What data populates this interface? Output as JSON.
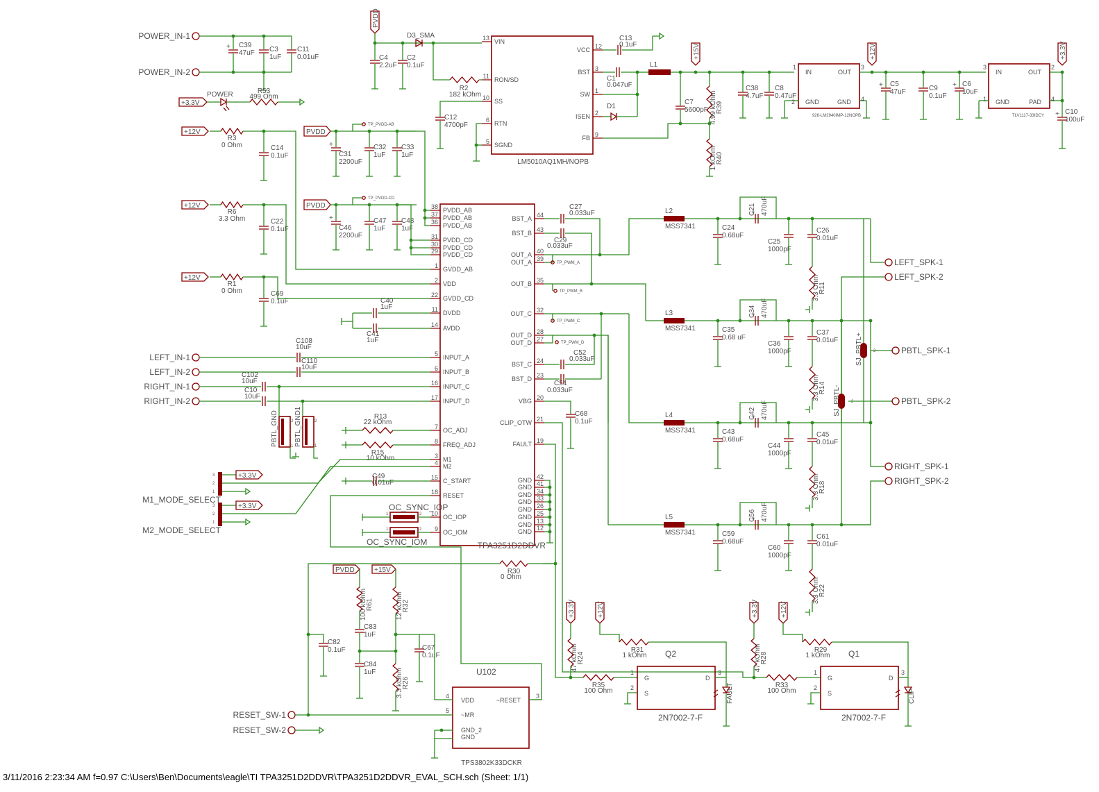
{
  "ports": {
    "power_in_1": "POWER_IN-1",
    "power_in_2": "POWER_IN-2",
    "left_in_1": "LEFT_IN-1",
    "left_in_2": "LEFT_IN-2",
    "right_in_1": "RIGHT_IN-1",
    "right_in_2": "RIGHT_IN-2",
    "reset_sw_1": "RESET_SW-1",
    "reset_sw_2": "RESET_SW-2",
    "left_spk_1": "LEFT_SPK-1",
    "left_spk_2": "LEFT_SPK-2",
    "pbtl_spk_1": "PBTL_SPK-1",
    "pbtl_spk_2": "PBTL_SPK-2",
    "right_spk_1": "RIGHT_SPK-1",
    "right_spk_2": "RIGHT_SPK-2",
    "m1_mode_select": "M1_MODE_SELECT",
    "m2_mode_select": "M2_MODE_SELECT"
  },
  "rails": {
    "v33": "+3.3V",
    "v12": "+12V",
    "v15": "+15V",
    "pvdd": "PVDD"
  },
  "components": {
    "c39": {
      "name": "C39",
      "value": "47uF"
    },
    "c3": {
      "name": "C3",
      "value": "1uF"
    },
    "c11": {
      "name": "C11",
      "value": "0.01uF"
    },
    "power_led": {
      "name": "POWER"
    },
    "r53": {
      "name": "R53",
      "value": "499 Ohm"
    },
    "r3": {
      "name": "R3",
      "value": "0 Ohm"
    },
    "c14": {
      "name": "C14",
      "value": "0.1uF"
    },
    "r6": {
      "name": "R6",
      "value": "3.3 Ohm"
    },
    "c22": {
      "name": "C22",
      "value": "0.1uF"
    },
    "r1": {
      "name": "R1",
      "value": "0 Ohm"
    },
    "c69": {
      "name": "C69",
      "value": "0.1uF"
    },
    "c31": {
      "name": "C31",
      "value": "2200uF"
    },
    "c32": {
      "name": "C32",
      "value": "1uF"
    },
    "c33": {
      "name": "C33",
      "value": "1uF"
    },
    "c46": {
      "name": "C46",
      "value": "2200uF"
    },
    "c47": {
      "name": "C47",
      "value": "1uF"
    },
    "c48": {
      "name": "C48",
      "value": "1uF"
    },
    "tp_pvdd_ab": "TP_PVDD-AB",
    "tp_pvdd_cd": "TP_PVDD-CD",
    "c40": {
      "name": "C40",
      "value": "1uF"
    },
    "c41": {
      "name": "C41",
      "value": "1uF"
    },
    "c108": {
      "name": "C108",
      "value": "10uF"
    },
    "c110": {
      "name": "C110",
      "value": "10uF"
    },
    "c102": {
      "name": "C102",
      "value": "10uF"
    },
    "c101": {
      "name": "C10",
      "value": "10uF"
    },
    "pbtl_gnd": "PBTL_GND",
    "pbtl_gnd1": "PBTL_GND1",
    "r13": {
      "name": "R13",
      "value": "22 kOhm"
    },
    "r15": {
      "name": "R15",
      "value": "10 kOhm"
    },
    "c49": {
      "name": "C49",
      "value": "0.01uF"
    },
    "oc_sync_iop": "OC_SYNC_IOP",
    "oc_sync_iom": "OC_SYNC_IOM",
    "c4": {
      "name": "C4",
      "value": "2.2uF"
    },
    "c2": {
      "name": "C2",
      "value": "0.1uF"
    },
    "d3": {
      "name": "D3_SMA"
    },
    "r2": {
      "name": "R2",
      "value": "182 kOhm"
    },
    "c12": {
      "name": "C12",
      "value": "4700pF"
    },
    "c13": {
      "name": "C13",
      "value": "0.1uF"
    },
    "c1": {
      "name": "C1",
      "value": "0.047uF"
    },
    "l1": {
      "name": "L1"
    },
    "d1": {
      "name": "D1"
    },
    "c7": {
      "name": "C7",
      "value": "5600pF"
    },
    "r39": {
      "name": "R39",
      "value": "4.99 kOhm"
    },
    "r40": {
      "name": "R40",
      "value": "1 kOhm"
    },
    "c38": {
      "name": "C38",
      "value": "4.7uF"
    },
    "c8": {
      "name": "C8",
      "value": "0.47uF"
    },
    "c5": {
      "name": "C5",
      "value": "47uF"
    },
    "c9": {
      "name": "C9",
      "value": "0.1uF"
    },
    "c6": {
      "name": "C6",
      "value": "10uF"
    },
    "c10": {
      "name": "C10",
      "value": "100uF"
    },
    "c27": {
      "name": "C27",
      "value": "0.033uF"
    },
    "c29": {
      "name": "C29",
      "value": "0.033uF"
    },
    "c52": {
      "name": "C52",
      "value": "0.033uF"
    },
    "c54": {
      "name": "C54",
      "value": "0.033uF"
    },
    "c68": {
      "name": "C68",
      "value": "0.1uF"
    },
    "tp_pwm_a": "TP_PWM_A",
    "tp_pwm_b": "TP_PWM_B",
    "tp_pwm_c": "TP_PWM_C",
    "tp_pwm_d": "TP_PWM_D",
    "l2": {
      "name": "L2",
      "value": "MSS7341"
    },
    "l3": {
      "name": "L3",
      "value": "MSS7341"
    },
    "l4": {
      "name": "L4",
      "value": "MSS7341"
    },
    "l5": {
      "name": "L5",
      "value": "MSS7341"
    },
    "c21": {
      "name": "C21",
      "value": "470uF"
    },
    "c34": {
      "name": "C34",
      "value": "470uF"
    },
    "c42": {
      "name": "C42",
      "value": "470uF"
    },
    "c56": {
      "name": "C56",
      "value": "470uF"
    },
    "c24": {
      "name": "C24",
      "value": "0.68uF"
    },
    "c35": {
      "name": "C35",
      "value": "0.68 uF"
    },
    "c43": {
      "name": "C43",
      "value": "0.68uF"
    },
    "c59": {
      "name": "C59",
      "value": "0.68uF"
    },
    "c25": {
      "name": "C25",
      "value": "1000pF"
    },
    "c36": {
      "name": "C36",
      "value": "1000pF"
    },
    "c44": {
      "name": "C44",
      "value": "1000pF"
    },
    "c60": {
      "name": "C60",
      "value": "1000pF"
    },
    "c26": {
      "name": "C26",
      "value": "0.01uF"
    },
    "c37": {
      "name": "C37",
      "value": "0.01uF"
    },
    "c45": {
      "name": "C45",
      "value": "0.01uF"
    },
    "c61": {
      "name": "C61",
      "value": "0.01uF"
    },
    "r11": {
      "name": "R11",
      "value": "3.3 Ohm"
    },
    "r14": {
      "name": "R14",
      "value": "3.3 Ohm"
    },
    "r18": {
      "name": "R18",
      "value": "3.3 Ohm"
    },
    "r22": {
      "name": "R22",
      "value": "3.3 Ohm"
    },
    "sj_pbtl_p": "SJ_PBTL+",
    "sj_pbtl_m": "SJ_PBTL-",
    "r30": {
      "name": "R30",
      "value": "0 Ohm"
    },
    "r61": {
      "name": "R61",
      "value": "100 kOhm"
    },
    "r32": {
      "name": "R32",
      "value": "12 kOhm"
    },
    "c82": {
      "name": "C82",
      "value": "0.1uF"
    },
    "c83": {
      "name": "C83",
      "value": "1uF"
    },
    "c84": {
      "name": "C84",
      "value": "1uF"
    },
    "c67": {
      "name": "C67",
      "value": "0.1uF"
    },
    "r26": {
      "name": "R26",
      "value": "3.3 kOhm"
    },
    "r24": {
      "name": "R24",
      "value": "47 kOhm"
    },
    "r31": {
      "name": "R31",
      "value": "1 kOhm"
    },
    "r35": {
      "name": "R35",
      "value": "100 Ohm"
    },
    "r28": {
      "name": "R28",
      "value": "47 kOhm"
    },
    "r29": {
      "name": "R29",
      "value": "1 kOhm"
    },
    "r33": {
      "name": "R33",
      "value": "100 Ohm"
    },
    "fault_led": {
      "name": "FAULT"
    },
    "clip_led": {
      "name": "CLIP"
    }
  },
  "ics": {
    "tpa": {
      "part": "TPA3251D2DDVR",
      "left_pins": [
        {
          "num": "38",
          "name": "PVDD_AB"
        },
        {
          "num": "37",
          "name": "PVDD_AB"
        },
        {
          "num": "36",
          "name": "PVDD_AB"
        },
        {
          "num": "31",
          "name": "PVDD_CD"
        },
        {
          "num": "30",
          "name": "PVDD_CD"
        },
        {
          "num": "29",
          "name": "PVDD_CD"
        },
        {
          "num": "1",
          "name": "GVDD_AB"
        },
        {
          "num": "2",
          "name": "VDD"
        },
        {
          "num": "22",
          "name": "GVDD_CD"
        },
        {
          "num": "11",
          "name": "DVDD"
        },
        {
          "num": "14",
          "name": "AVDD"
        },
        {
          "num": "5",
          "name": "INPUT_A"
        },
        {
          "num": "6",
          "name": "INPUT_B"
        },
        {
          "num": "16",
          "name": "INPUT_C"
        },
        {
          "num": "17",
          "name": "INPUT_D"
        },
        {
          "num": "7",
          "name": "OC_ADJ"
        },
        {
          "num": "8",
          "name": "FREQ_ADJ"
        },
        {
          "num": "3",
          "name": "M1"
        },
        {
          "num": "4",
          "name": "M2"
        },
        {
          "num": "15",
          "name": "C_START"
        },
        {
          "num": "18",
          "name": "RESET"
        },
        {
          "num": "10",
          "name": "OC_IOP"
        },
        {
          "num": "9",
          "name": "OC_IOM"
        }
      ],
      "right_pins": [
        {
          "num": "44",
          "name": "BST_A"
        },
        {
          "num": "43",
          "name": "BST_B"
        },
        {
          "num": "40",
          "name": "OUT_A"
        },
        {
          "num": "39",
          "name": "OUT_A"
        },
        {
          "num": "35",
          "name": "OUT_B"
        },
        {
          "num": "32",
          "name": "OUT_C"
        },
        {
          "num": "28",
          "name": "OUT_D"
        },
        {
          "num": "27",
          "name": "OUT_D"
        },
        {
          "num": "24",
          "name": "BST_C"
        },
        {
          "num": "23",
          "name": "BST_D"
        },
        {
          "num": "20",
          "name": "VBG"
        },
        {
          "num": "21",
          "name": "CLIP_OTW"
        },
        {
          "num": "19",
          "name": "FAULT"
        },
        {
          "num": "42",
          "name": "GND"
        },
        {
          "num": "41",
          "name": "GND"
        },
        {
          "num": "34",
          "name": "GND"
        },
        {
          "num": "33",
          "name": "GND"
        },
        {
          "num": "26",
          "name": "GND"
        },
        {
          "num": "25",
          "name": "GND"
        },
        {
          "num": "13",
          "name": "GND"
        },
        {
          "num": "12",
          "name": "GND"
        }
      ]
    },
    "lm5010": {
      "part": "LM5010AQ1MH/NOPB",
      "left_pins": [
        {
          "num": "13",
          "name": "VIN"
        },
        {
          "num": "11",
          "name": "RON/SD"
        },
        {
          "num": "10",
          "name": "SS"
        },
        {
          "num": "6",
          "name": "RTN"
        },
        {
          "num": "5",
          "name": "SGND"
        }
      ],
      "right_pins": [
        {
          "num": "12",
          "name": "VCC"
        },
        {
          "num": "3",
          "name": "BST"
        },
        {
          "num": "1",
          "name": "SW"
        },
        {
          "num": "2",
          "name": "ISEN"
        },
        {
          "num": "9",
          "name": "FB"
        }
      ]
    },
    "lm2940": {
      "part": "926-LM2940IMP-12NOPB",
      "pins": {
        "in": "IN",
        "out": "OUT",
        "gnd1": "GND",
        "gnd2": "GND",
        "p1": "1",
        "p3": "3",
        "p2": "2",
        "p4": "4"
      }
    },
    "tlv1117": {
      "part": "TLV1117-33IDCY",
      "pins": {
        "in": "IN",
        "out": "OUT",
        "gnd": "GND",
        "pad": "PAD",
        "p3": "3",
        "p2": "2",
        "p1": "1",
        "p4": "4"
      }
    },
    "tps3802": {
      "ref": "U102",
      "part": "TPS3802K33DCKR",
      "pins": {
        "vdd": "VDD",
        "mr": "~MR",
        "gnd2": "GND_2",
        "gnd": "GND",
        "reset": "~RESET",
        "p4": "4",
        "p5": "5",
        "p3": "3"
      }
    },
    "q2": {
      "ref": "Q2",
      "part": "2N7002-7-F",
      "pins": {
        "g": "G",
        "s": "S",
        "d": "D",
        "p1": "1",
        "p2": "2",
        "p3": "3"
      }
    },
    "q1": {
      "ref": "Q1",
      "part": "2N7002-7-F",
      "pins": {
        "g": "G",
        "s": "S",
        "d": "D",
        "p1": "1",
        "p2": "2",
        "p3": "3"
      }
    }
  },
  "footer": "3/11/2016 2:23:34 AM  f=0.97  C:\\Users\\Ben\\Documents\\eagle\\TI TPA3251D2DDVR\\TPA3251D2DDVR_EVAL_SCH.sch (Sheet: 1/1)"
}
